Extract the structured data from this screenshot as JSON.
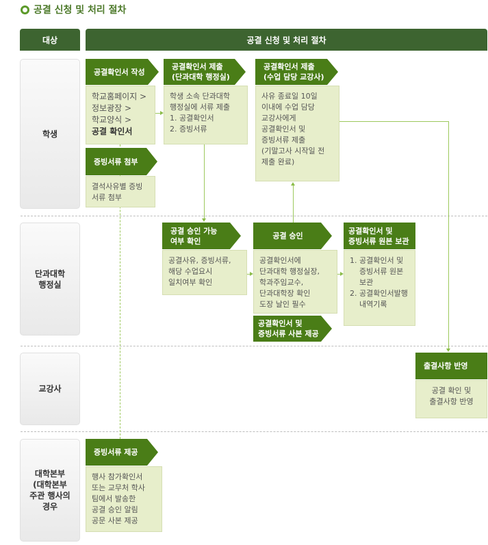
{
  "title": "공결 신청 및 처리 절차",
  "header": {
    "target": "대상",
    "procedure": "공결 신청 및 처리 절차"
  },
  "rows": {
    "student": "학생",
    "college": "단과대학\n행정실",
    "instructor": "교강사",
    "hq": "대학본부\n(대학본부\n주관 행사의\n경우"
  },
  "steps": {
    "write": {
      "title": "공결확인서 작성",
      "body_lines": [
        "학교홈페이지 >",
        "정보광장 >",
        "학교양식 >"
      ],
      "body_bold": "공결 확인서"
    },
    "attach": {
      "title": "증빙서류 첨부",
      "body": "결석사유별 증빙\n서류 첨부"
    },
    "submit_college": {
      "title": "공결확인서 제출\n(단과대학 행정실)",
      "body": "학생 소속 단과대학\n행정실에 서류 제출\n1. 공결확인서\n2. 증빙서류"
    },
    "submit_instructor": {
      "title": "공결확인서 제출\n(수업 담당 교강사)",
      "body": "사유 종료일 10일\n이내에 수업 담당\n교강사에게\n공결확인서 및\n증빙서류 제출\n(기말고사 시작일 전\n제출 완료)"
    },
    "check": {
      "title": "공결 승인 가능\n여부 확인",
      "body": "공결사유, 증빙서류,\n해당 수업요시\n일치여부 확인"
    },
    "approve": {
      "title": "공결 승인",
      "body": "공결확인서에\n단과대학 행정실장,\n학과주임교수,\n단과대학장 확인\n도장 날인 필수"
    },
    "copy": {
      "title": "공결확인서 및\n증빙서류 사본 제공"
    },
    "keep": {
      "title": "공결확인서 및\n증빙서류 원본 보관",
      "body": "1. 공결확인서 및\n    증빙서류 원본\n    보관\n2. 공결확인서발행\n    내역기록"
    },
    "reflect": {
      "title": "출결사항 반영",
      "body": "공결 확인 및\n출결사항 반영"
    },
    "provide": {
      "title": "증빙서류 제공",
      "body": "행사 참가확인서\n또는 교무처 학사\n팀에서 발송한\n공결 승인 알림\n공문 사본 제공"
    }
  }
}
